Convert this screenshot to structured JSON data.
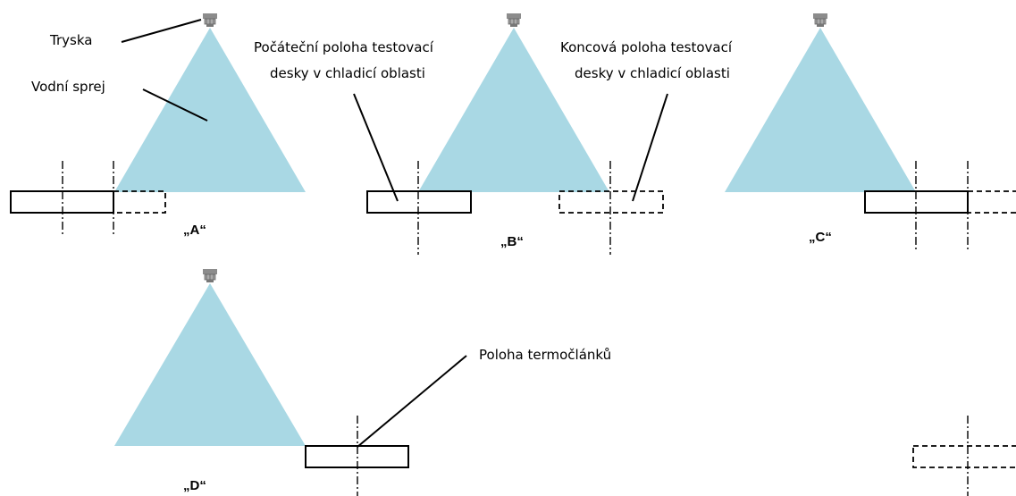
{
  "labels": {
    "nozzle": "Tryska",
    "spray": "Vodní sprej",
    "start_line1": "Počáteční poloha testovací",
    "start_line2": "desky v chladicí oblasti",
    "end_line1": "Koncová poloha testovací",
    "end_line2": "desky v chladicí oblasti",
    "thermocouple": "Poloha termočlánků"
  },
  "cases": [
    "„A“",
    "„B“",
    "„C“",
    "„D“"
  ],
  "colors": {
    "spray": "#a9d8e4",
    "nozzle": "#8c8c8c",
    "line": "#000000"
  }
}
